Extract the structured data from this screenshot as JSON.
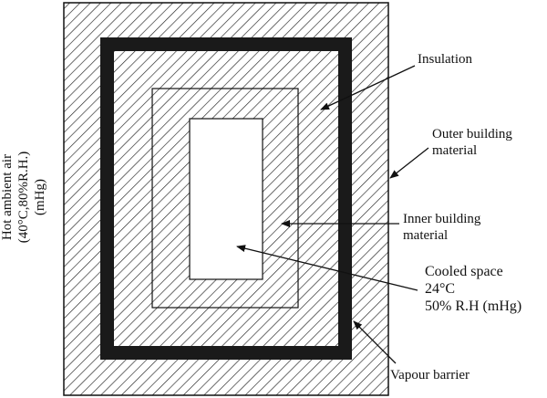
{
  "labels": {
    "insulation": "Insulation",
    "outer_line1": "Outer building",
    "outer_line2": "material",
    "inner_line1": "Inner building",
    "inner_line2": "material",
    "cooled_line1": "Cooled  space",
    "cooled_line2": "24°C",
    "cooled_line3": "50% R.H (mHg)",
    "vapour": "Vapour barrier",
    "ambient_line1": "Hot ambient air",
    "ambient_line2": "(40°C,80%R.H.)",
    "ambient_line3": "(mHg)"
  },
  "colors": {
    "line": "#111111",
    "hatch": "#222222",
    "barrier": "#1a1a1a",
    "background": "#ffffff"
  }
}
